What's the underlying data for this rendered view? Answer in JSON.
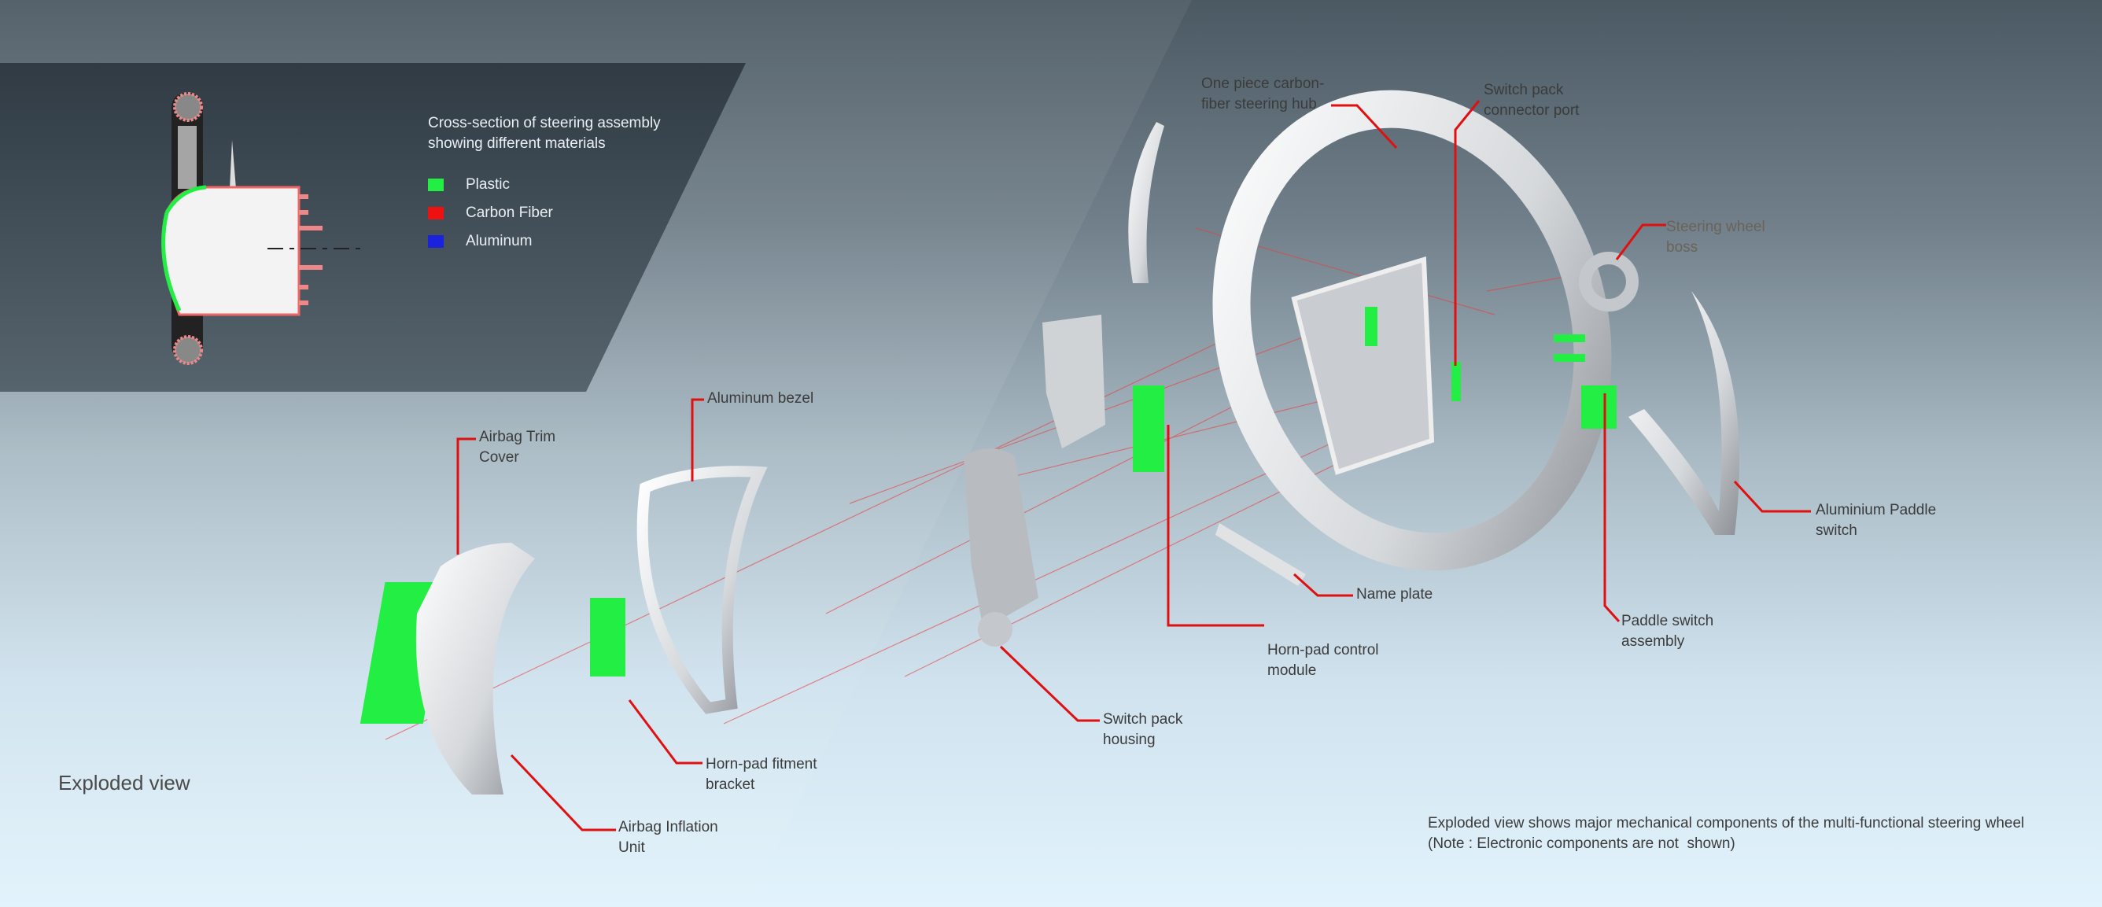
{
  "cross_section": {
    "title": "Cross-section of steering assembly\nshowing different materials",
    "legend": [
      {
        "label": "Plastic",
        "color": "#22ee44"
      },
      {
        "label": "Carbon Fiber",
        "color": "#ee1111"
      },
      {
        "label": "Aluminum",
        "color": "#1a22dd"
      }
    ]
  },
  "labels": {
    "hub": "One piece carbon-\nfiber steering hub",
    "connector": "Switch pack\nconnector port",
    "boss": "Steering wheel\nboss",
    "paddle": "Aluminium Paddle\nswitch",
    "nameplate": "Name plate",
    "hornpad_module": "Horn-pad control\nmodule",
    "paddle_assembly": "Paddle switch\nassembly",
    "switch_housing": "Switch pack\nhousing",
    "fitment_bracket": "Horn-pad fitment\nbracket",
    "inflation_unit": "Airbag Inflation\nUnit",
    "trim_cover": "Airbag Trim\nCover",
    "bezel": "Aluminum bezel"
  },
  "view_title": "Exploded view",
  "note": "Exploded view shows major mechanical components of the multi-functional steering wheel\n(Note : Electronic components are not  shown)",
  "colors": {
    "leader": "#e01010",
    "plastic": "#22ee44",
    "panel": "#343f48"
  }
}
